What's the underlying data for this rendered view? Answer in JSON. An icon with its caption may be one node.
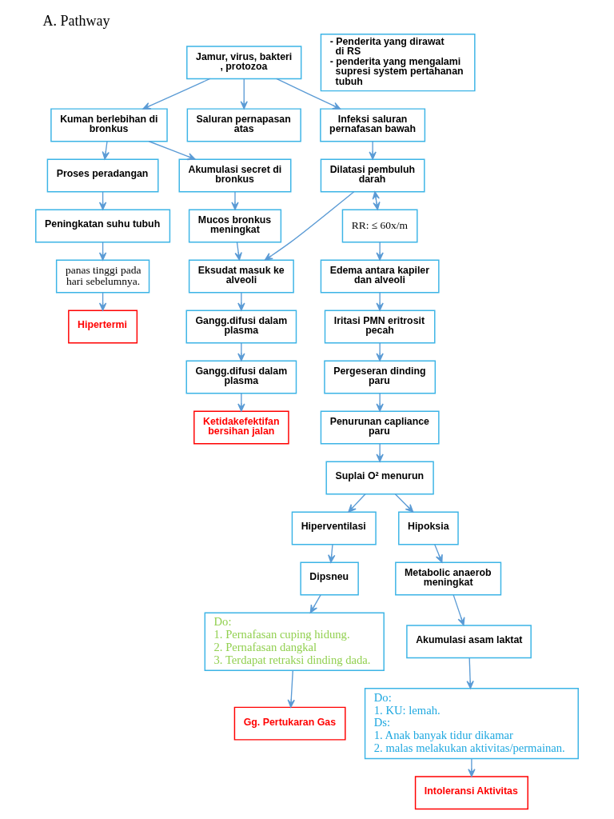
{
  "diagram": {
    "title": "A. Pathway",
    "nodes": [
      {
        "text": [
          "Jamur, virus, bakteri , protozoa"
        ]
      },
      {
        "text": [
          "- Penderita yang dirawat di RS",
          "- penderita yang mengalami supresi system pertahanan tubuh"
        ]
      },
      {
        "text": [
          "Kuman berlebihan di bronkus"
        ]
      },
      {
        "text": [
          "Saluran pernapasan atas"
        ]
      },
      {
        "text": [
          "Infeksi saluran pernafasan bawah"
        ]
      },
      {
        "text": [
          "Akumulasi secret di bronkus"
        ]
      },
      {
        "text": [
          "Proses peradangan"
        ]
      },
      {
        "text": [
          "Mucos bronkus meningkat"
        ]
      },
      {
        "text": [
          "Dilatasi pembuluh darah"
        ]
      },
      {
        "text": [
          "Peningkatan suhu tubuh"
        ]
      },
      {
        "text": [
          "Eksudat masuk ke alveoli"
        ]
      },
      {
        "text": [
          "RR: ≤ 60x/m"
        ]
      },
      {
        "text": [
          "panas tinggi pada hari sebelumnya."
        ]
      },
      {
        "text": [
          "Gangg.difusi dalam plasma"
        ]
      },
      {
        "text": [
          "Edema antara kapiler dan alveoli"
        ]
      },
      {
        "text": [
          "Hipertermi"
        ]
      },
      {
        "text": [
          "Iritasi PMN eritrosit pecah"
        ]
      },
      {
        "text": [
          "Gangg.difusi dalam plasma"
        ]
      },
      {
        "text": [
          "Pergeseran dinding paru"
        ]
      },
      {
        "text": [
          "Ketidakefektifan bersihan jalan"
        ]
      },
      {
        "text": [
          "Suplai O² menurun"
        ]
      },
      {
        "text": [
          "Penurunan capliance paru"
        ]
      },
      {
        "text": [
          "Hiperventilasi"
        ]
      },
      {
        "text": [
          "Hipoksia"
        ]
      },
      {
        "text": [
          "Dipsneu"
        ]
      },
      {
        "text": [
          "Metabolic anaerob meningkat"
        ]
      },
      {
        "text": [
          "Do:",
          "1. Pernafasan cuping hidung.",
          "2. Pernafasan dangkal",
          "3. Terdapat retraksi dinding dada."
        ]
      },
      {
        "text": [
          "Akumulasi asam laktat"
        ]
      },
      {
        "text": [
          "Do:",
          "1. KU: lemah.",
          "Ds:",
          "1. Anak banyak tidur dikamar",
          "2. malas melakukan aktivitas/permainan."
        ]
      },
      {
        "text": [
          "Gg. Pertukaran Gas"
        ]
      },
      {
        "text": [
          "Intoleransi Aktivitas"
        ]
      }
    ],
    "edges": [
      {
        "from": 0,
        "to": 2,
        "arrow": "to"
      },
      {
        "from": 0,
        "to": 3,
        "arrow": "to"
      },
      {
        "from": 0,
        "to": 4,
        "arrow": "to"
      },
      {
        "from": 2,
        "to": 6,
        "arrow": "to"
      },
      {
        "from": 2,
        "to": 5,
        "arrow": "to"
      },
      {
        "from": 4,
        "to": 8,
        "arrow": "to"
      },
      {
        "from": 5,
        "to": 7,
        "arrow": "to"
      },
      {
        "from": 6,
        "to": 9,
        "arrow": "to"
      },
      {
        "from": 8,
        "to": 10,
        "arrow": "to"
      },
      {
        "from": 8,
        "to": 11,
        "arrow": "both"
      },
      {
        "from": 7,
        "to": 10,
        "arrow": "to"
      },
      {
        "from": 9,
        "to": 12,
        "arrow": "to"
      },
      {
        "from": 11,
        "to": 14,
        "arrow": "to"
      },
      {
        "from": 10,
        "to": 13,
        "arrow": "to"
      },
      {
        "from": 12,
        "to": 15,
        "arrow": "to"
      },
      {
        "from": 14,
        "to": 16,
        "arrow": "to"
      },
      {
        "from": 13,
        "to": 17,
        "arrow": "to"
      },
      {
        "from": 16,
        "to": 18,
        "arrow": "to"
      },
      {
        "from": 17,
        "to": 19,
        "arrow": "to"
      },
      {
        "from": 18,
        "to": 21,
        "arrow": "to"
      },
      {
        "from": 21,
        "to": 20,
        "arrow": "to"
      },
      {
        "from": 20,
        "to": 22,
        "arrow": "to"
      },
      {
        "from": 20,
        "to": 23,
        "arrow": "to"
      },
      {
        "from": 22,
        "to": 24,
        "arrow": "to"
      },
      {
        "from": 23,
        "to": 25,
        "arrow": "to"
      },
      {
        "from": 24,
        "to": 26,
        "arrow": "to"
      },
      {
        "from": 25,
        "to": 27,
        "arrow": "to"
      },
      {
        "from": 27,
        "to": 28,
        "arrow": "to"
      },
      {
        "from": 26,
        "to": 29,
        "arrow": "to"
      },
      {
        "from": 28,
        "to": 30,
        "arrow": "to"
      }
    ]
  }
}
